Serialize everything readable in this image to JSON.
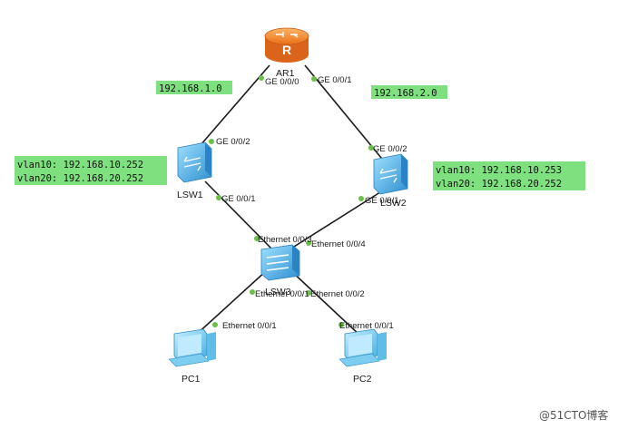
{
  "devices": {
    "ar1": "AR1",
    "lsw1": "LSW1",
    "lsw2": "LSW2",
    "lsw3": "LSW3",
    "pc1": "PC1",
    "pc2": "PC2"
  },
  "ports": {
    "ar1_ge000": "GE 0/0/0",
    "ar1_ge001": "GE 0/0/1",
    "lsw1_ge002": "GE 0/0/2",
    "lsw1_ge001": "GE 0/0/1",
    "lsw2_ge002": "GE 0/0/2",
    "lsw2_ge001": "GE 0/0/1",
    "lsw3_eth003": "Ethernet 0/0/3",
    "lsw3_eth004": "Ethernet 0/0/4",
    "lsw3_eth001": "Ethernet 0/0/1",
    "lsw3_eth002": "Ethernet 0/0/2",
    "pc1_eth001": "Ethernet 0/0/1",
    "pc2_eth001": "Ethernet 0/0/1"
  },
  "subnets": {
    "left": "192.168.1.0",
    "right": "192.168.2.0"
  },
  "vlan_labels": {
    "lsw1": [
      "vlan10: 192.168.10.252",
      "vlan20: 192.168.20.252"
    ],
    "lsw2": [
      "vlan10: 192.168.10.253",
      "vlan20: 192.168.20.252"
    ]
  },
  "watermark": "@51CTO博客",
  "colors": {
    "label_bg": "#7ee07e",
    "port_dot": "#6cc04a",
    "link": "#1b1b1b",
    "router": "#f08a2c",
    "switch": "#3aa6e0"
  }
}
